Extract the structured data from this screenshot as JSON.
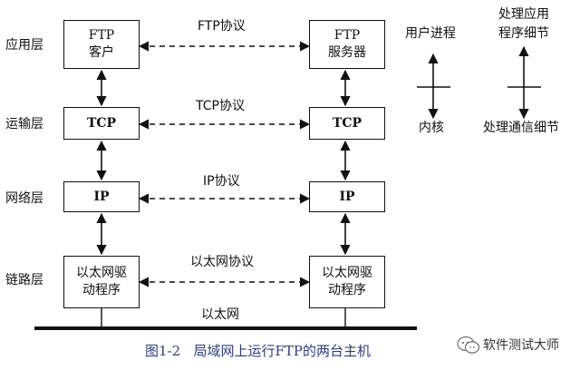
{
  "layers": {
    "application": "应用层",
    "transport": "运输层",
    "network": "网络层",
    "link": "链路层"
  },
  "client": {
    "app_line1": "FTP",
    "app_line2": "客户",
    "tcp": "TCP",
    "ip": "IP",
    "link_line1": "以太网驱",
    "link_line2": "动程序"
  },
  "server": {
    "app_line1": "FTP",
    "app_line2": "服务器",
    "tcp": "TCP",
    "ip": "IP",
    "link_line1": "以太网驱",
    "link_line2": "动程序"
  },
  "protocols": {
    "ftp": "FTP协议",
    "tcp": "TCP协议",
    "ip": "IP协议",
    "ethernet": "以太网协议"
  },
  "network_label": "以太网",
  "side_left": {
    "top": "用户进程",
    "bottom": "内核"
  },
  "side_right": {
    "top_line1": "处理应用",
    "top_line2": "程序细节",
    "bottom": "处理通信细节"
  },
  "caption": "图1-2   局域网上运行FTP的两台主机",
  "watermark": "软件测试大师",
  "colors": {
    "line": "#111111",
    "caption": "#2a3f7a"
  }
}
